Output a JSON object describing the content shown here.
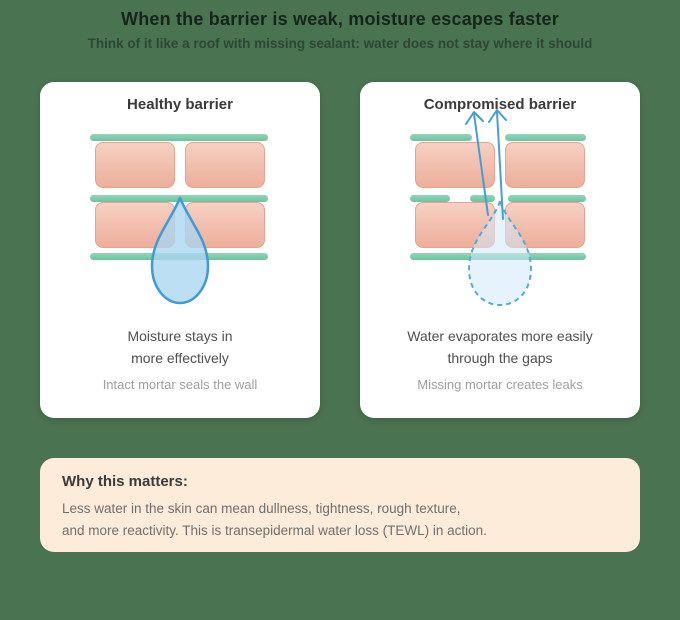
{
  "header": {
    "title": "When the barrier is weak, moisture escapes faster",
    "subtitle": "Think of it like a roof with missing sealant: water does not stay where it should"
  },
  "cards": [
    {
      "title": "Healthy barrier",
      "caption_line1": "Moisture stays in",
      "caption_line2": "more effectively",
      "subcaption": "Intact mortar seals the wall"
    },
    {
      "title": "Compromised barrier",
      "caption_line1": "Water evaporates more easily",
      "caption_line2": "through the gaps",
      "subcaption": "Missing mortar creates leaks"
    }
  ],
  "callout": {
    "heading": "Why this matters:",
    "body_line1": "Less water in the skin can mean dullness, tightness, rough texture,",
    "body_line2": "and more reactivity. This is transepidermal water loss (TEWL) in action."
  },
  "colors": {
    "page_background": "#4a7351",
    "card_background": "#ffffff",
    "mortar_bar": "#6ec2a0",
    "brick": "#edae9b",
    "brick_border": "#e8a28e",
    "drop_stroke": "#3f9bd4",
    "drop_fill": "#a9d6f1",
    "callout_background": "#fcecd9"
  }
}
